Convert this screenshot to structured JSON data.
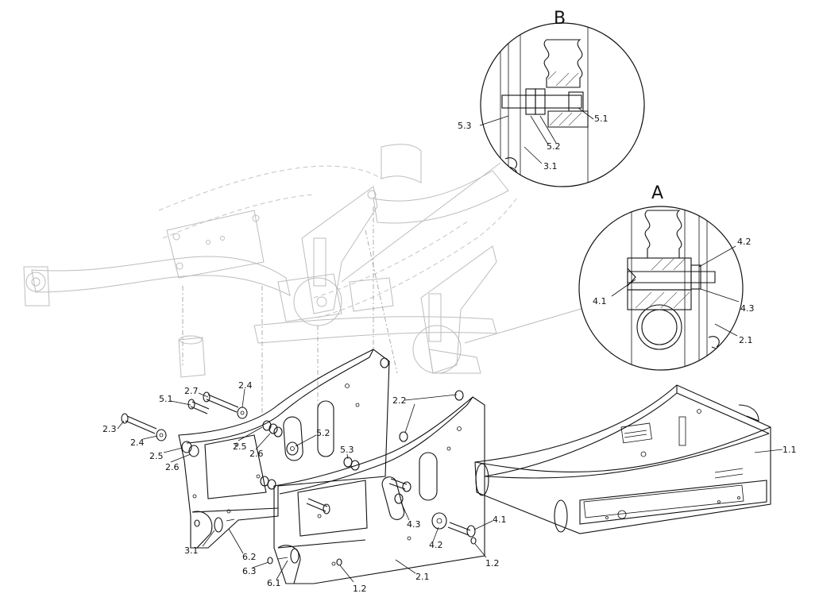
{
  "detail_labels": {
    "detail_b": "B",
    "detail_a": "A"
  },
  "parts": {
    "p11": "1.1",
    "p12": "1.2",
    "p21": "2.1",
    "p22": "2.2",
    "p23": "2.3",
    "p24": "2.4",
    "p25": "2.5",
    "p26": "2.6",
    "p27": "2.7",
    "p31": "3.1",
    "p41": "4.1",
    "p42": "4.2",
    "p43": "4.3",
    "p51": "5.1",
    "p52": "5.2",
    "p53": "5.3",
    "p61": "6.1",
    "p62": "6.2",
    "p63": "6.3"
  }
}
